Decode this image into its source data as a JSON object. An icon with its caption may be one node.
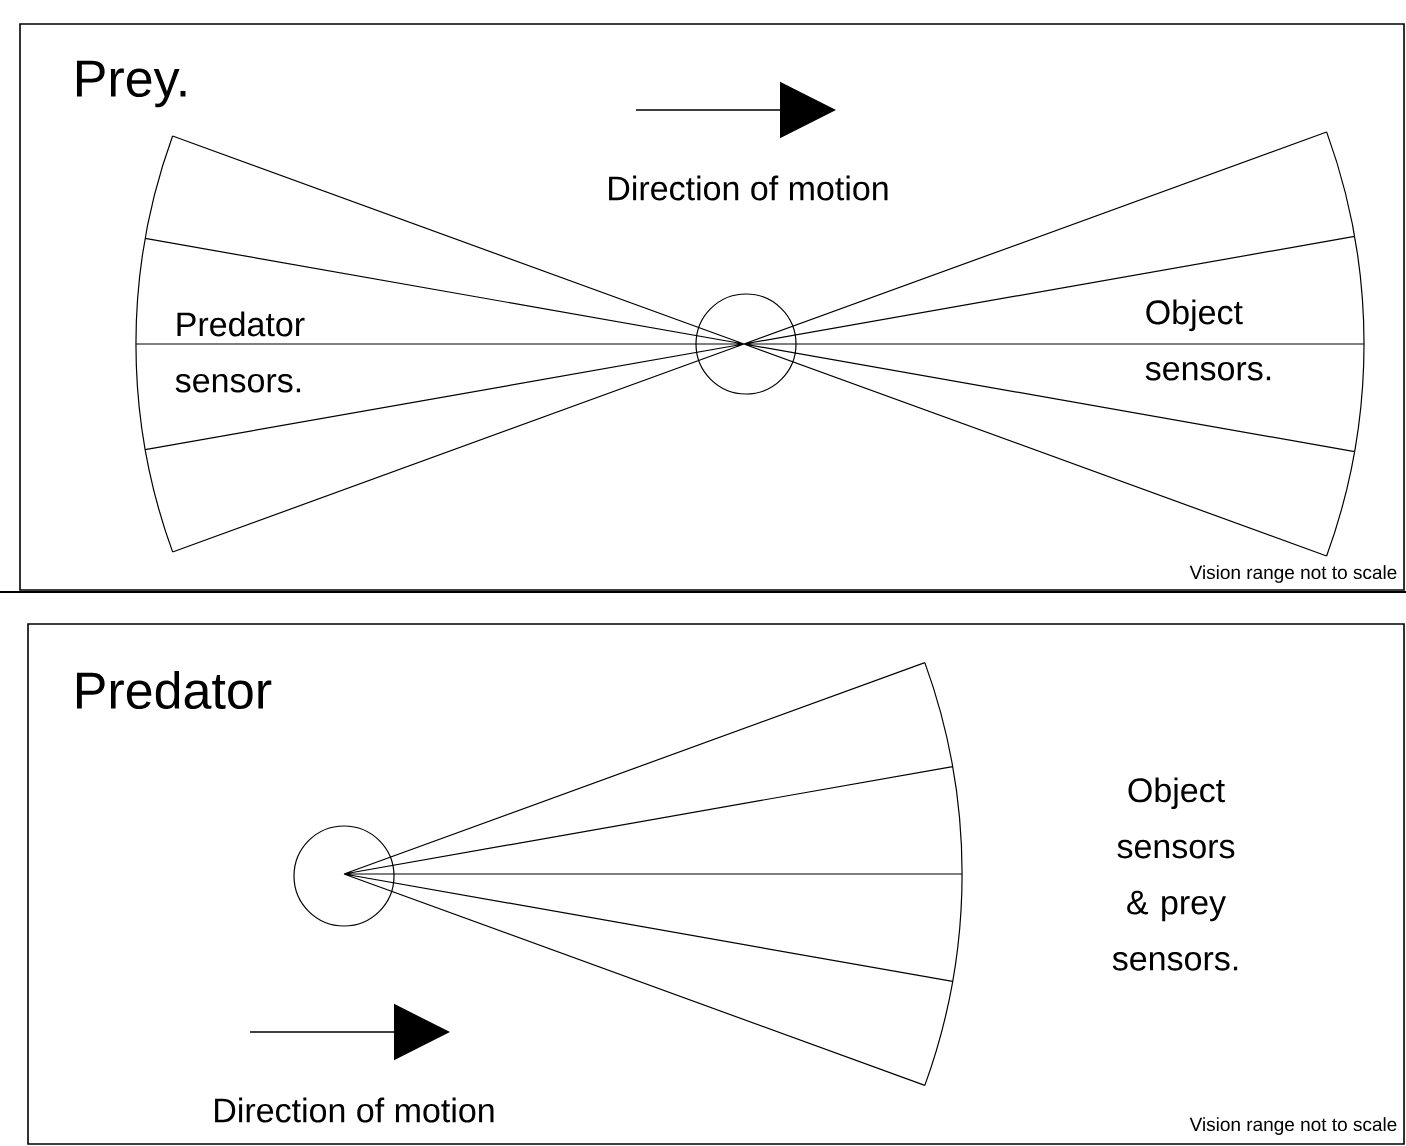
{
  "diagram": {
    "nodes": [
      {
        "text": [
          "Prey.",
          "Direction of motion",
          "Predator sensors.",
          "Object sensors.",
          "Vision range not to scale"
        ]
      },
      {
        "text": [],
        "shape": "circle",
        "in": 0
      },
      {
        "text": [
          "Predator",
          "Object sensors & prey sensors.",
          "Direction of motion",
          "Vision range not to scale"
        ]
      },
      {
        "text": [],
        "shape": "circle",
        "in": 2
      }
    ]
  }
}
